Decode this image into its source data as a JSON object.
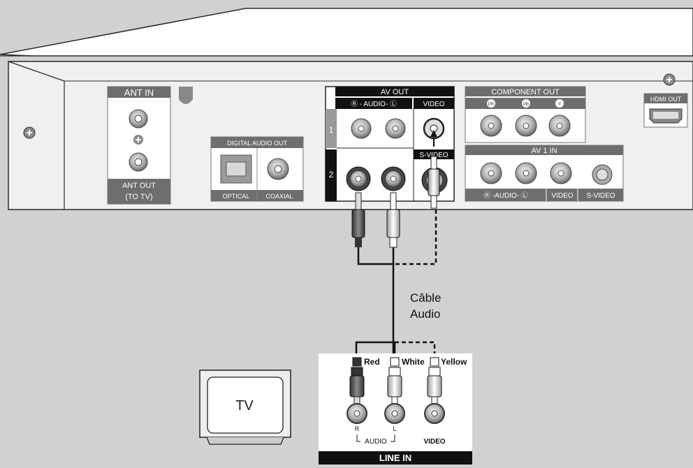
{
  "back_panel": {
    "ant_in": "ANT IN",
    "ant_out_1": "ANT OUT",
    "ant_out_2": "(TO TV)",
    "digital_audio_out": "DIGITAL AUDIO OUT",
    "optical": "OPTICAL",
    "coaxial": "COAXIAL",
    "av_out": "AV OUT",
    "audio_header": "Ⓡ - AUDIO- Ⓛ",
    "video": "VIDEO",
    "s_video": "S-VIDEO",
    "row_1": "1",
    "row_2": "2",
    "component_out": "COMPONENT OUT",
    "pr": "PR",
    "pb": "PB",
    "y": "Y",
    "av1_in": "AV 1 IN",
    "av1_audio": "Ⓡ -AUDIO- Ⓛ",
    "av1_video": "VIDEO",
    "av1_svideo": "S-VIDEO",
    "hdmi_out": "HDMI OUT"
  },
  "cable": {
    "label_line1": "Câble",
    "label_line2": "Audio"
  },
  "tv": {
    "label": "TV"
  },
  "line_in": {
    "red": "Red",
    "white": "White",
    "yellow": "Yellow",
    "r": "R",
    "l": "L",
    "audio": "AUDIO",
    "video": "VIDEO",
    "title": "LINE IN"
  }
}
